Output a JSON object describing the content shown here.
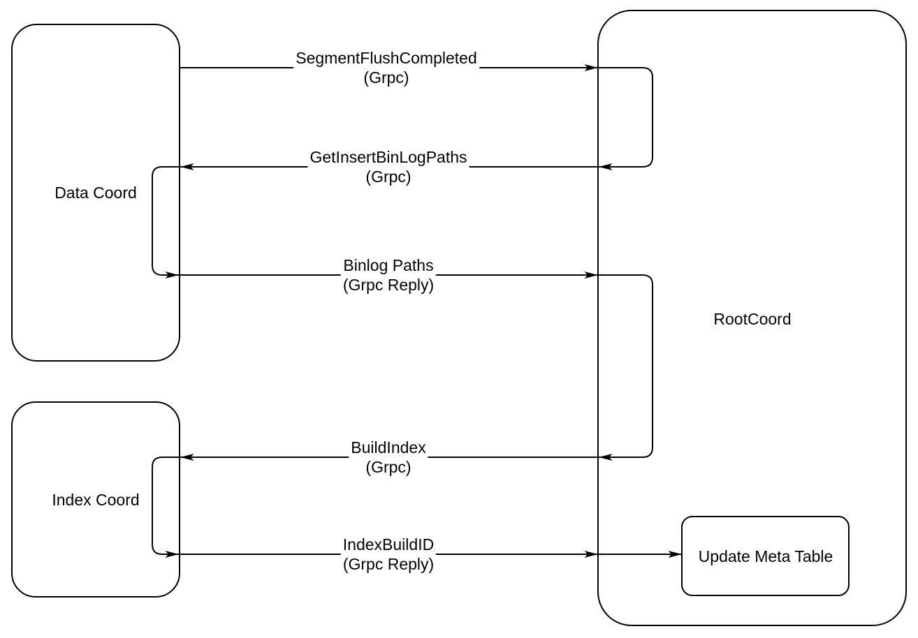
{
  "nodes": {
    "data_coord": {
      "label": "Data Coord"
    },
    "index_coord": {
      "label": "Index Coord"
    },
    "root_coord": {
      "label": "RootCoord"
    },
    "update_meta_table": {
      "label": "Update Meta Table"
    }
  },
  "edges": [
    {
      "label": "SegmentFlushCompleted",
      "protocol": "(Grpc)",
      "from": "Data Coord",
      "to": "RootCoord"
    },
    {
      "label": "GetInsertBinLogPaths",
      "protocol": "(Grpc)",
      "from": "RootCoord",
      "to": "Data Coord"
    },
    {
      "label": "Binlog Paths",
      "protocol": "(Grpc Reply)",
      "from": "Data Coord",
      "to": "RootCoord"
    },
    {
      "label": "BuildIndex",
      "protocol": "(Grpc)",
      "from": "RootCoord",
      "to": "Index Coord"
    },
    {
      "label": "IndexBuildID",
      "protocol": "(Grpc Reply)",
      "from": "Index Coord",
      "to": "Update Meta Table"
    }
  ],
  "colors": {
    "stroke": "#000000",
    "background": "#ffffff",
    "text": "#000000"
  }
}
